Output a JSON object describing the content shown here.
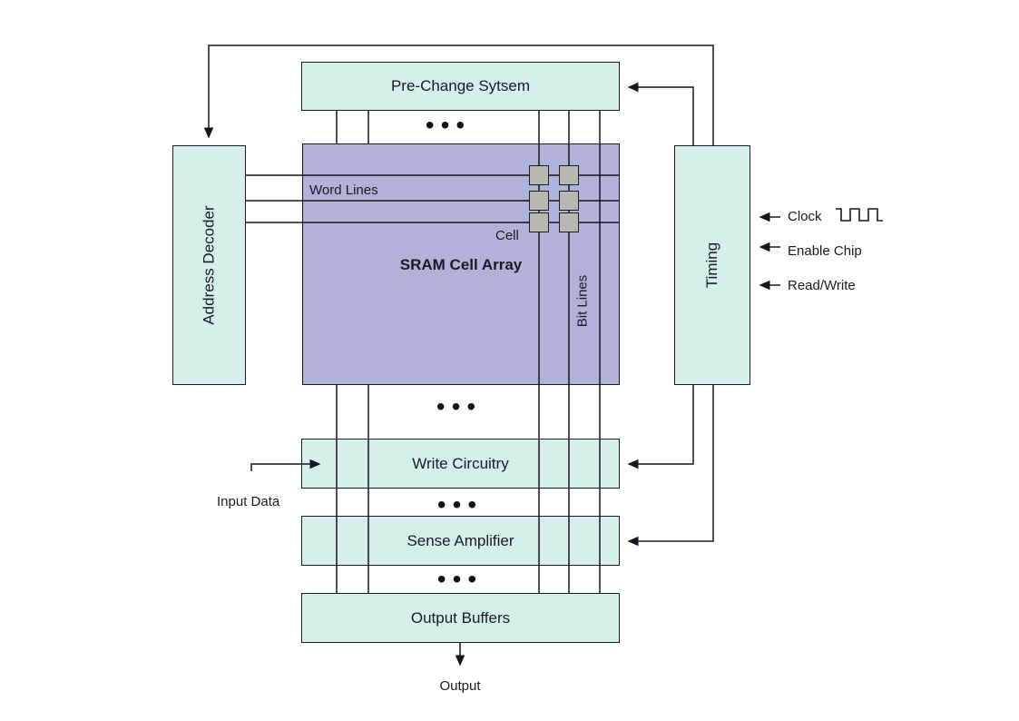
{
  "diagram": {
    "colors": {
      "block_fill": "#d5f0e8",
      "array_fill": "#b1b1d9",
      "cell_fill": "#b8b8b0",
      "line": "#16161f",
      "text": "#1a1a24",
      "background": "#ffffff"
    },
    "blocks": {
      "precharge": "Pre-Change Sytsem",
      "address_decoder": "Address Decoder",
      "sram_array": "SRAM Cell Array",
      "timing": "Timing",
      "write_circuitry": "Write Circuitry",
      "sense_amplifier": "Sense Amplifier",
      "output_buffers": "Output Buffers"
    },
    "labels": {
      "word_lines": "Word Lines",
      "cell": "Cell",
      "bit_lines": "Bit Lines",
      "input_data": "Input Data",
      "output": "Output"
    },
    "timing_inputs": {
      "clock": "Clock",
      "enable_chip": "Enable Chip",
      "read_write": "Read/Write"
    },
    "ellipsis": "•••",
    "icons": {
      "clock_waveform": "square-wave-icon"
    }
  }
}
